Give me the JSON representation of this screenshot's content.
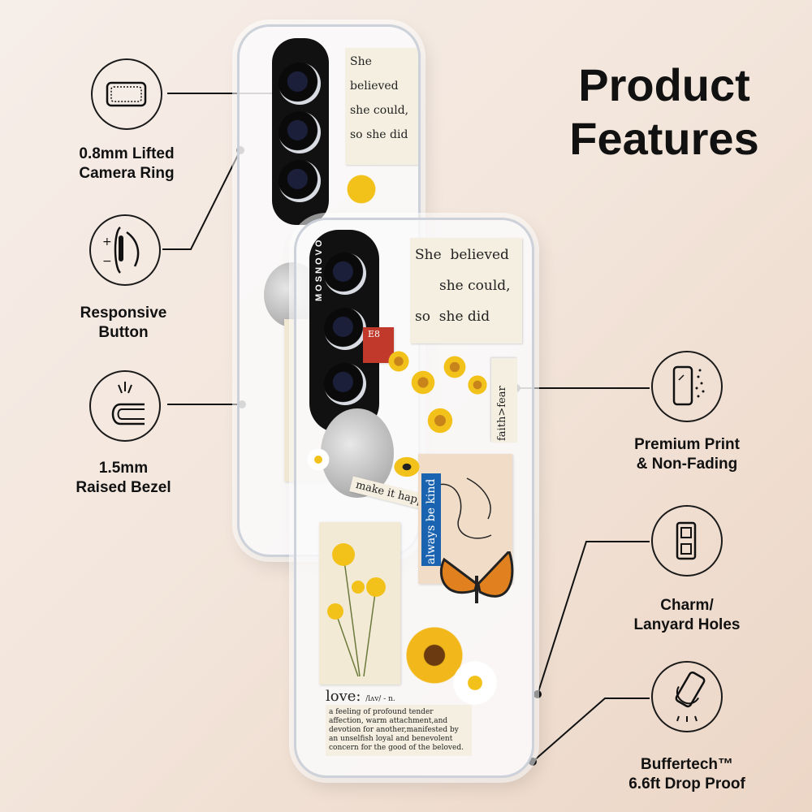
{
  "title": {
    "line1": "Product",
    "line2": "Features"
  },
  "features": {
    "camera_ring": {
      "line1": "0.8mm Lifted",
      "line2": "Camera Ring",
      "icon": "camera-ring-icon"
    },
    "button": {
      "line1": "Responsive",
      "line2": "Button",
      "icon": "responsive-button-icon"
    },
    "bezel": {
      "line1": "1.5mm",
      "line2": "Raised Bezel",
      "icon": "raised-bezel-icon"
    },
    "print": {
      "line1": "Premium Print",
      "line2": "& Non-Fading",
      "icon": "premium-print-icon"
    },
    "holes": {
      "line1": "Charm/",
      "line2": "Lanyard Holes",
      "icon": "lanyard-holes-icon"
    },
    "drop": {
      "line1": "Buffertech™",
      "line2": "6.6ft Drop Proof",
      "icon": "drop-proof-icon"
    }
  },
  "case_design": {
    "brand": "MOSNOVO",
    "quote": {
      "w1": "She",
      "w2": "believed",
      "w3": "she could,",
      "w4": "so",
      "w5": "she did"
    },
    "side_tag": "faith>fear",
    "happy_tag": "make it happy",
    "kind_tag": "always be kind",
    "love": {
      "word": "love:",
      "phonetic": "/lʌv/ - n.",
      "definition": "a feeling of profound tender affection, warm attachment,and devotion for another,manifested by an unselfish loyal and benevolent concern for the good of the beloved."
    },
    "ticket": "E8"
  },
  "colors": {
    "background": "#f3e6dc",
    "accent_yellow": "#f2c21b",
    "butterfly": "#e0801e",
    "tag_blue": "#1a63b0"
  }
}
